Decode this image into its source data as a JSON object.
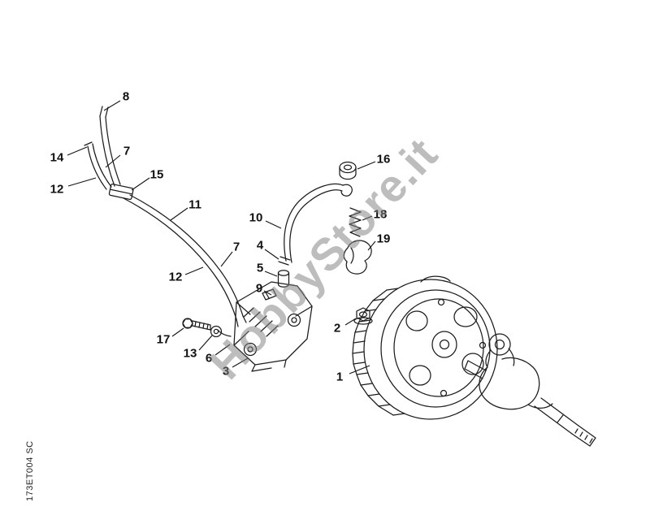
{
  "figure": {
    "watermark_text": "HobbyStore.it",
    "doc_code": "173ET004 SC"
  },
  "colors": {
    "background": "#ffffff",
    "line_art": "#1c1c1c",
    "watermark": "#8c8c8c"
  },
  "callouts": [
    {
      "part": "8"
    },
    {
      "part": "14"
    },
    {
      "part": "7"
    },
    {
      "part": "12"
    },
    {
      "part": "15"
    },
    {
      "part": "11"
    },
    {
      "part": "10"
    },
    {
      "part": "16"
    },
    {
      "part": "18"
    },
    {
      "part": "19"
    },
    {
      "part": "7"
    },
    {
      "part": "4"
    },
    {
      "part": "12"
    },
    {
      "part": "5"
    },
    {
      "part": "9"
    },
    {
      "part": "17"
    },
    {
      "part": "13"
    },
    {
      "part": "6"
    },
    {
      "part": "3"
    },
    {
      "part": "2"
    },
    {
      "part": "1"
    }
  ]
}
